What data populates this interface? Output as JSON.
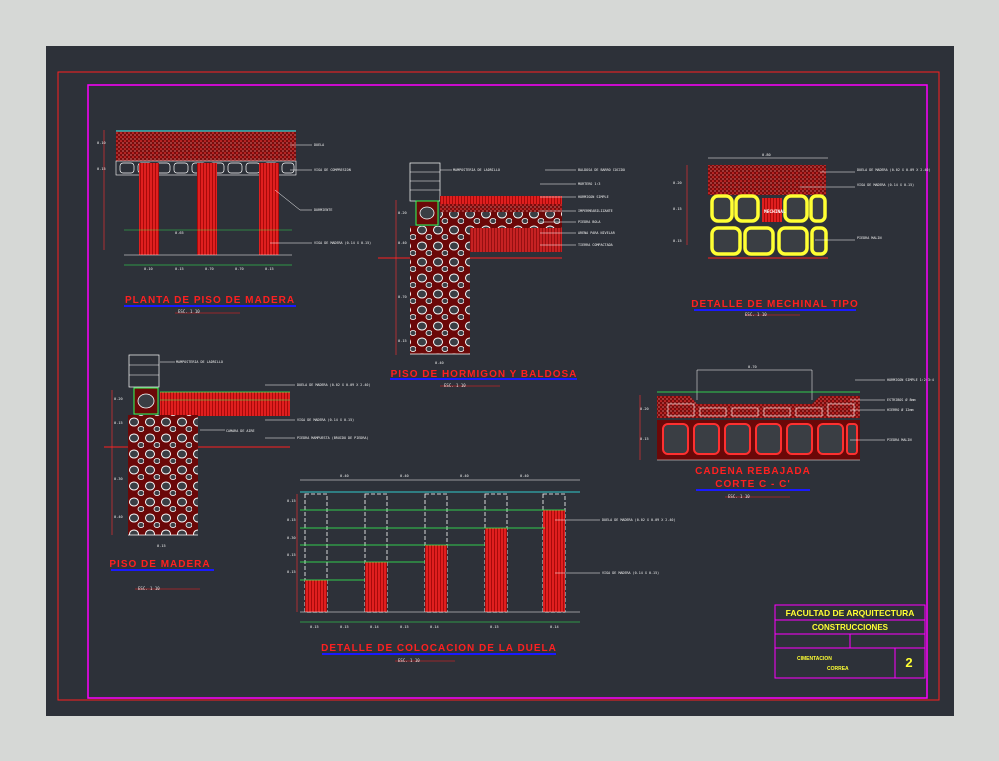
{
  "drawing": {
    "details": [
      {
        "id": "planta",
        "title": "PLANTA DE PISO DE MADERA",
        "scale": "ESC. 1     10",
        "notes": [
          "DUELA",
          "VIGA DE COMPRESION",
          "DURMIENTE",
          "VIGA DE MADERA (0.14 X 0.15)"
        ],
        "dims": [
          "0.10",
          "0.15",
          "0.70",
          "0.70",
          "0.15",
          "0.10",
          "0.15",
          "0.65"
        ]
      },
      {
        "id": "hormigon",
        "title": "PISO DE HORMIGON Y BALDOSA",
        "scale": "ESC. 1     10",
        "notes": [
          "MAMPOSTERIA DE LADRILLO",
          "BALDOSA DE BARRO COCIDO",
          "MORTERO 1:3",
          "HORMIGON SIMPLE",
          "IMPERMEABILIZANTE",
          "PIEDRA BOLA",
          "ARENA PARA NIVELAR",
          "TIERRA COMPACTADA"
        ],
        "dims": [
          "0.20",
          "0.40",
          "0.70",
          "0.15",
          "0.40"
        ]
      },
      {
        "id": "mechinal",
        "title": "DETALLE DE MECHINAL TIPO",
        "scale": "ESC. 1     10",
        "notes": [
          "DUELA DE MADERA (0.02 X 0.09 X 2.40)",
          "VIGA DE MADERA (0.14 X 0.15)",
          "PIEDRA MALIN",
          "MECHINAL"
        ],
        "dims": [
          "0.80",
          "0.20",
          "0.15",
          "0.15"
        ]
      },
      {
        "id": "madera",
        "title": "PISO DE MADERA",
        "scale": "ESC. 1     10",
        "notes": [
          "MAMPOSTERIA DE LADRILLO",
          "DUELA DE MADERA (0.02 X 0.09 X 2.40)",
          "VIGA DE MADERA (0.14 X 0.15)",
          "CAMARA DE AIRE",
          "PIEDRA MAMPUESTA (BRUIDO DE PIEDRA)"
        ],
        "dims": [
          "0.20",
          "0.15",
          "0.30",
          "0.40",
          "0.15"
        ]
      },
      {
        "id": "cadena",
        "title": "CADENA REBAJADA",
        "subtitle": "CORTE C - C'",
        "scale": "ESC. 1     10",
        "notes": [
          "HORMIGON SIMPLE 1:2:3:4",
          "ESTRIBOS Ø 8mm",
          "HIERRO Ø 12mm",
          "PIEDRA MALIN"
        ],
        "dims": [
          "0.70",
          "0.20",
          "0.15"
        ]
      },
      {
        "id": "duela",
        "title": "DETALLE DE COLOCACION DE LA DUELA",
        "scale": "ESC. 1     10",
        "notes": [
          "DUELA DE MADERA (0.02 X 0.09 X 2.40)",
          "VIGA DE MADERA (0.14 X 0.15)"
        ],
        "dims": [
          "0.40",
          "0.40",
          "0.40",
          "0.40",
          "0.15",
          "0.15",
          "0.30",
          "0.15",
          "0.15",
          "0.15",
          "0.15",
          "0.14",
          "0.15",
          "0.14",
          "0.15",
          "0.14"
        ]
      }
    ]
  },
  "title_block": {
    "institution": "FACULTAD DE ARQUITECTURA",
    "course": "CONSTRUCCIONES",
    "content_line1": "CIMENTACION",
    "content_line2": "CORREA",
    "sheet_number": "2"
  },
  "colors": {
    "sheet_bg": "#2d3139",
    "frame_outer": "#ff2020",
    "frame_inner": "#ff00ff",
    "hatch_red": "#ff1a1a",
    "stone": "#ffff33",
    "stone_outline": "#ffffff",
    "title_red": "#ff2020",
    "underline_blue": "#1a1aff",
    "green": "#33ff55",
    "cyan": "#33ffff"
  }
}
